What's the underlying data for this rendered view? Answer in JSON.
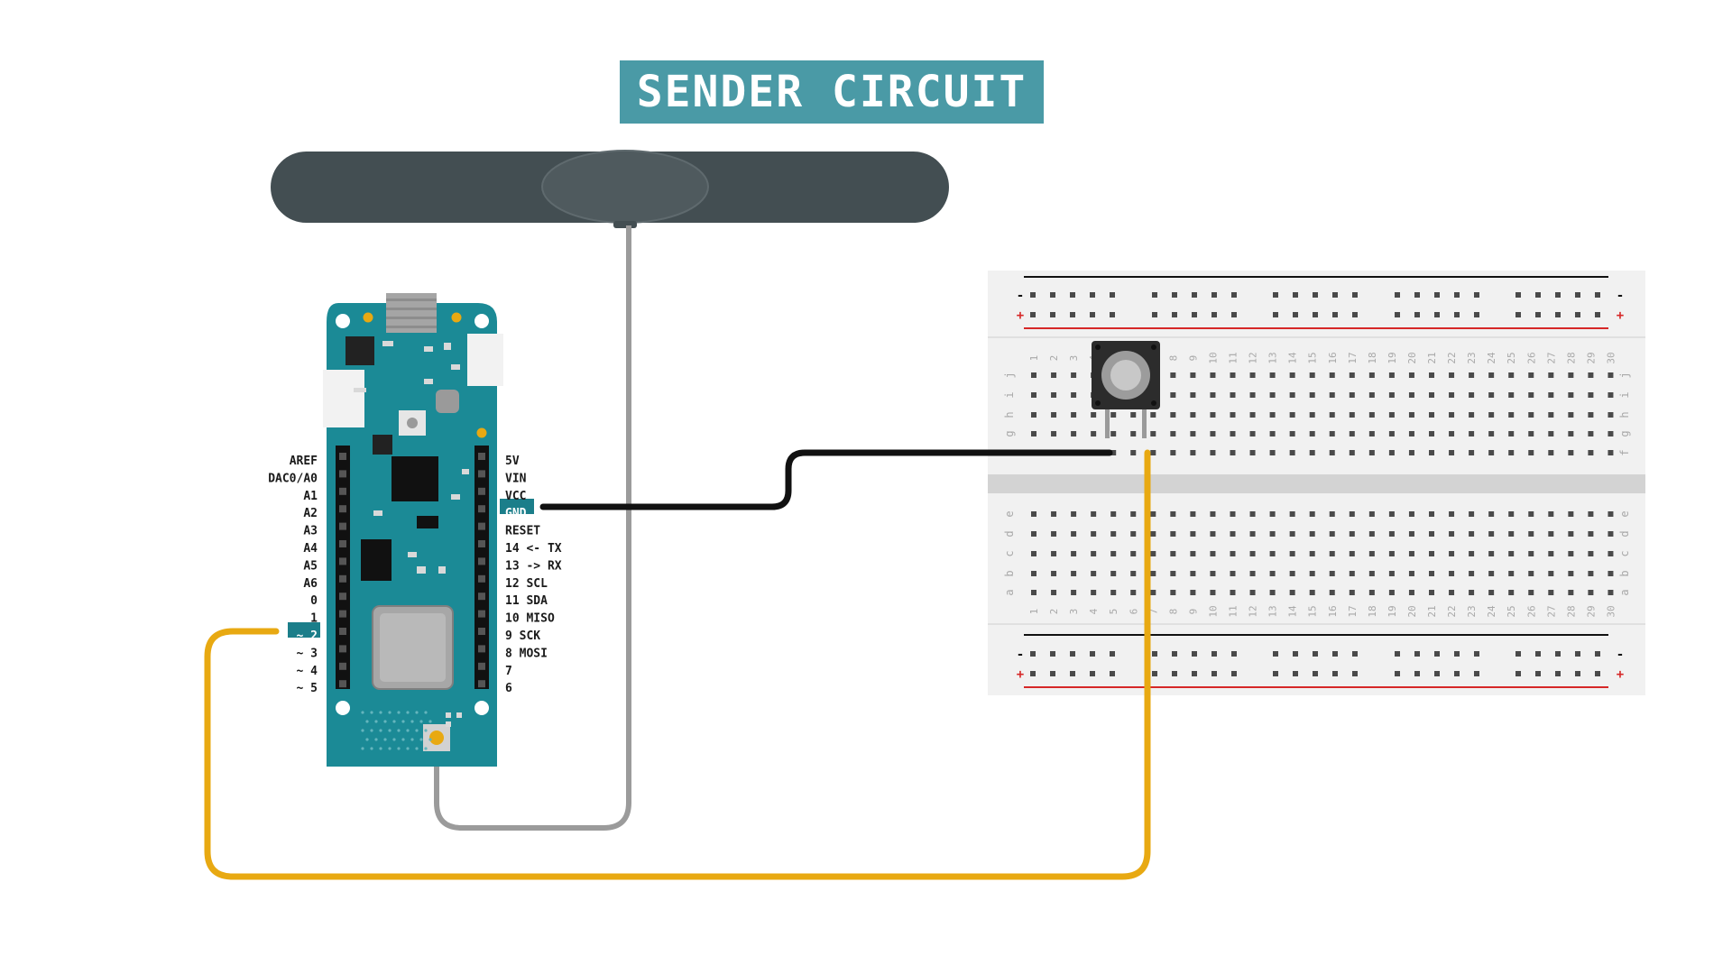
{
  "title": "SENDER CIRCUIT",
  "colors": {
    "title_bg": "#4a9aa6",
    "board": "#1b8a96",
    "antenna": "#434e52",
    "breadboard": "#f1f1f1",
    "wire_black": "#111111",
    "wire_yellow": "#e8a912",
    "wire_gray": "#9b9b9b",
    "rail_red": "#d62828",
    "label_highlight": "#1b7e8a"
  },
  "board": {
    "left_pins": [
      "AREF",
      "DAC0/A0",
      "A1",
      "A2",
      "A3",
      "A4",
      "A5",
      "A6",
      "0",
      "1",
      "~ 2",
      "~ 3",
      "~ 4",
      "~ 5"
    ],
    "right_pins": [
      "5V",
      "VIN",
      "VCC",
      "GND",
      "RESET",
      "14 <- TX",
      "13 -> RX",
      "12 SCL",
      "11 SDA",
      "10 MISO",
      "9 SCK",
      "8 MOSI",
      "7",
      "6"
    ],
    "highlighted_left": "~ 2",
    "highlighted_right": "GND"
  },
  "breadboard": {
    "top_row_letters": [
      "j",
      "i",
      "h",
      "g",
      "f"
    ],
    "bottom_row_letters": [
      "e",
      "d",
      "c",
      "b",
      "a"
    ],
    "column_numbers": [
      "1",
      "2",
      "3",
      "4",
      "5",
      "6",
      "7",
      "8",
      "9",
      "10",
      "11",
      "12",
      "13",
      "14",
      "15",
      "16",
      "17",
      "18",
      "19",
      "20",
      "21",
      "22",
      "23",
      "24",
      "25",
      "26",
      "27",
      "28",
      "29",
      "30"
    ],
    "rail_minus": "-",
    "rail_plus": "+"
  },
  "icons": {
    "antenna": "lora-antenna-icon",
    "button": "push-button-icon",
    "board": "arduino-mkr-board-icon"
  }
}
